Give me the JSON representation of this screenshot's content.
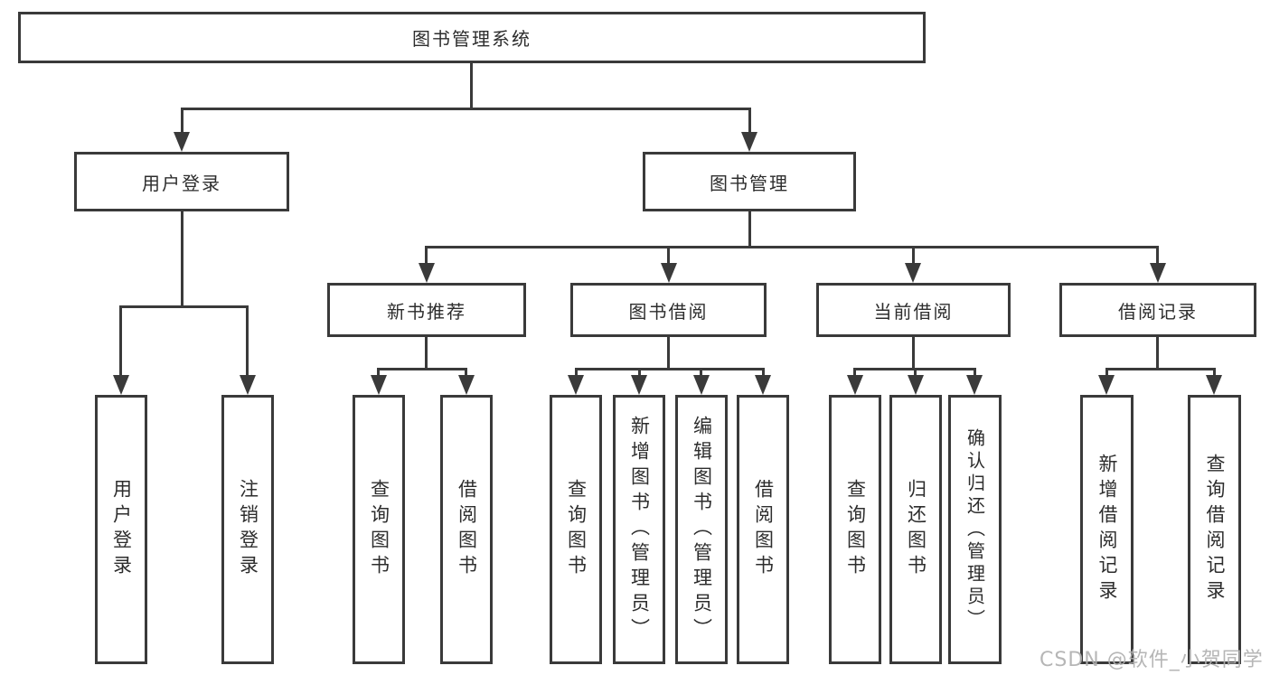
{
  "diagram": {
    "title": "图书管理系统",
    "root": {
      "label": "图书管理系统"
    },
    "level2": {
      "user_login": {
        "label": "用户登录"
      },
      "book_mgmt": {
        "label": "图书管理"
      }
    },
    "level3": {
      "new_book_rec": {
        "label": "新书推荐"
      },
      "book_borrow": {
        "label": "图书借阅"
      },
      "current_borrow": {
        "label": "当前借阅"
      },
      "borrow_records": {
        "label": "借阅记录"
      }
    },
    "level4": {
      "user_login_leaf": {
        "label": "用户登录"
      },
      "logout": {
        "label": "注销登录"
      },
      "rec_query_books": {
        "label": "查询图书"
      },
      "rec_borrow_books": {
        "label": "借阅图书"
      },
      "bb_query_books": {
        "label": "查询图书"
      },
      "bb_add_books": {
        "label": "新增图书（管理员）"
      },
      "bb_edit_books": {
        "label": "编辑图书（管理员）"
      },
      "bb_borrow_books": {
        "label": "借阅图书"
      },
      "cb_query_books": {
        "label": "查询图书"
      },
      "cb_return_books": {
        "label": "归还图书"
      },
      "cb_confirm_return": {
        "label": "确认归还（管理员）"
      },
      "br_add_record": {
        "label": "新增借阅记录"
      },
      "br_query_record": {
        "label": "查询借阅记录"
      }
    }
  },
  "watermark": {
    "text": "CSDN @软件_小贺同学"
  },
  "colors": {
    "line": "#3a3a3a",
    "text": "#2d2d2d",
    "background": "#ffffff",
    "watermark": "#b0b0b0"
  }
}
